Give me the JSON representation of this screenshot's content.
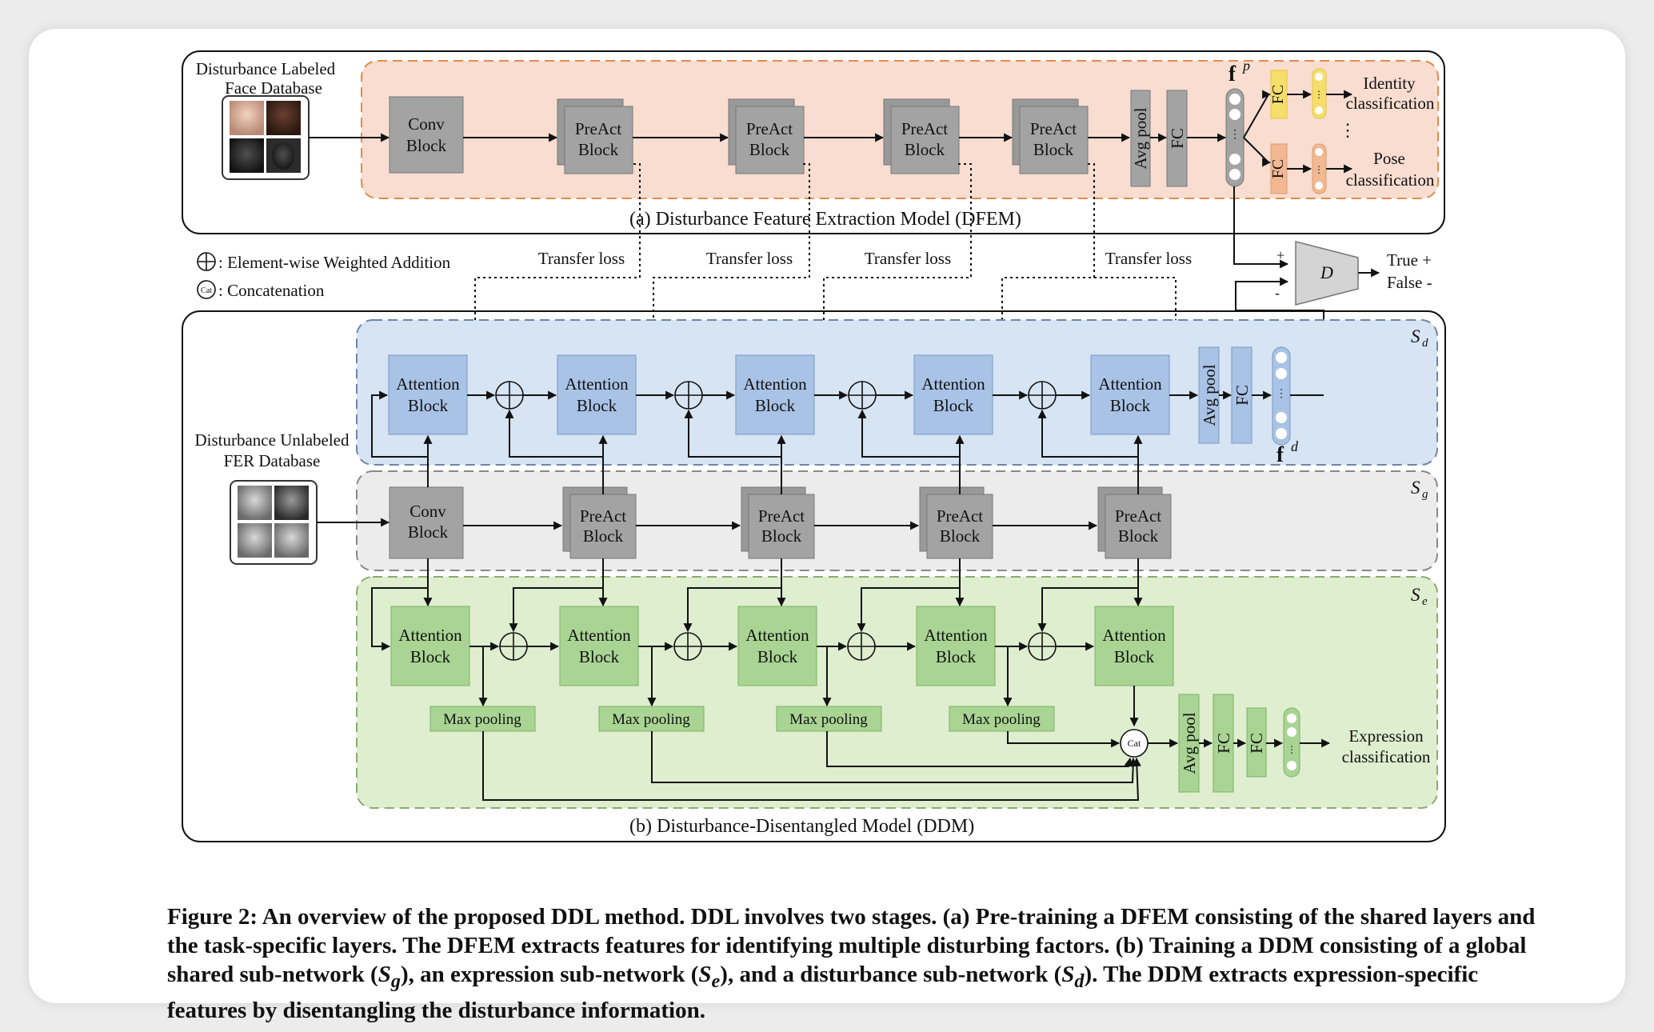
{
  "dfem": {
    "title": "(a) Disturbance Feature Extraction Model  (DFEM)",
    "input_label_1": "Disturbance Labeled",
    "input_label_2": "Face Database",
    "conv": [
      "Conv",
      "Block"
    ],
    "preact": [
      "PreAct",
      "Block"
    ],
    "avg_pool": "Avg pool",
    "fc": "FC",
    "feature": "f",
    "feature_sup": "p",
    "identity_1": "Identity",
    "identity_2": "classification",
    "pose_1": "Pose",
    "pose_2": "classification"
  },
  "legend": {
    "add": ": Element-wise Weighted Addition",
    "cat": ": Concatenation",
    "cat_symbol": "Cat"
  },
  "transfer_loss": "Transfer loss",
  "discriminator": {
    "label": "D",
    "plus": "+",
    "minus": "-",
    "true": "True +",
    "false": "False -"
  },
  "ddm": {
    "title": "(b) Disturbance-Disentangled Model (DDM)",
    "input_label_1": "Disturbance Unlabeled",
    "input_label_2": "FER Database",
    "attention": [
      "Attention",
      "Block"
    ],
    "conv": [
      "Conv",
      "Block"
    ],
    "preact": [
      "PreAct",
      "Block"
    ],
    "max_pooling": "Max pooling",
    "avg_pool": "Avg pool",
    "fc": "FC",
    "feature": "f",
    "feature_sup": "d",
    "expression_1": "Expression",
    "expression_2": "classification",
    "sd": "S",
    "sd_sub": "d",
    "sg": "S",
    "sg_sub": "g",
    "se": "S",
    "se_sub": "e"
  },
  "caption": {
    "p1": "Figure 2: An overview of the proposed DDL method. DDL involves two stages. (a) Pre-training a DFEM consisting of the shared layers and the task-specific layers. The DFEM extracts features for identifying multiple disturbing factors. (b) Training a DDM consisting of a global shared sub-network (",
    "sg": "S",
    "sg_sub": "g",
    "p2": "), an expression sub-network (",
    "se": "S",
    "se_sub": "e",
    "p3": "), and a disturbance sub-network (",
    "sd": "S",
    "sd_sub": "d",
    "p4": "). The DDM extracts expression-specific features by disentangling the disturbance information."
  },
  "colors": {
    "dfem_fill": "#f8ddd0",
    "dfem_border": "#e48a4a",
    "sd_fill": "#d6e4f4",
    "sd_border": "#6c86a8",
    "sg_fill": "#ececec",
    "se_fill": "#deeecf",
    "se_border": "#8aac70",
    "gray_block": "#a3a3a3",
    "blue_block": "#a9c3e6",
    "green_block": "#a9d493",
    "yellow_fc": "#f6de6a",
    "orange_fc": "#f1b891"
  }
}
